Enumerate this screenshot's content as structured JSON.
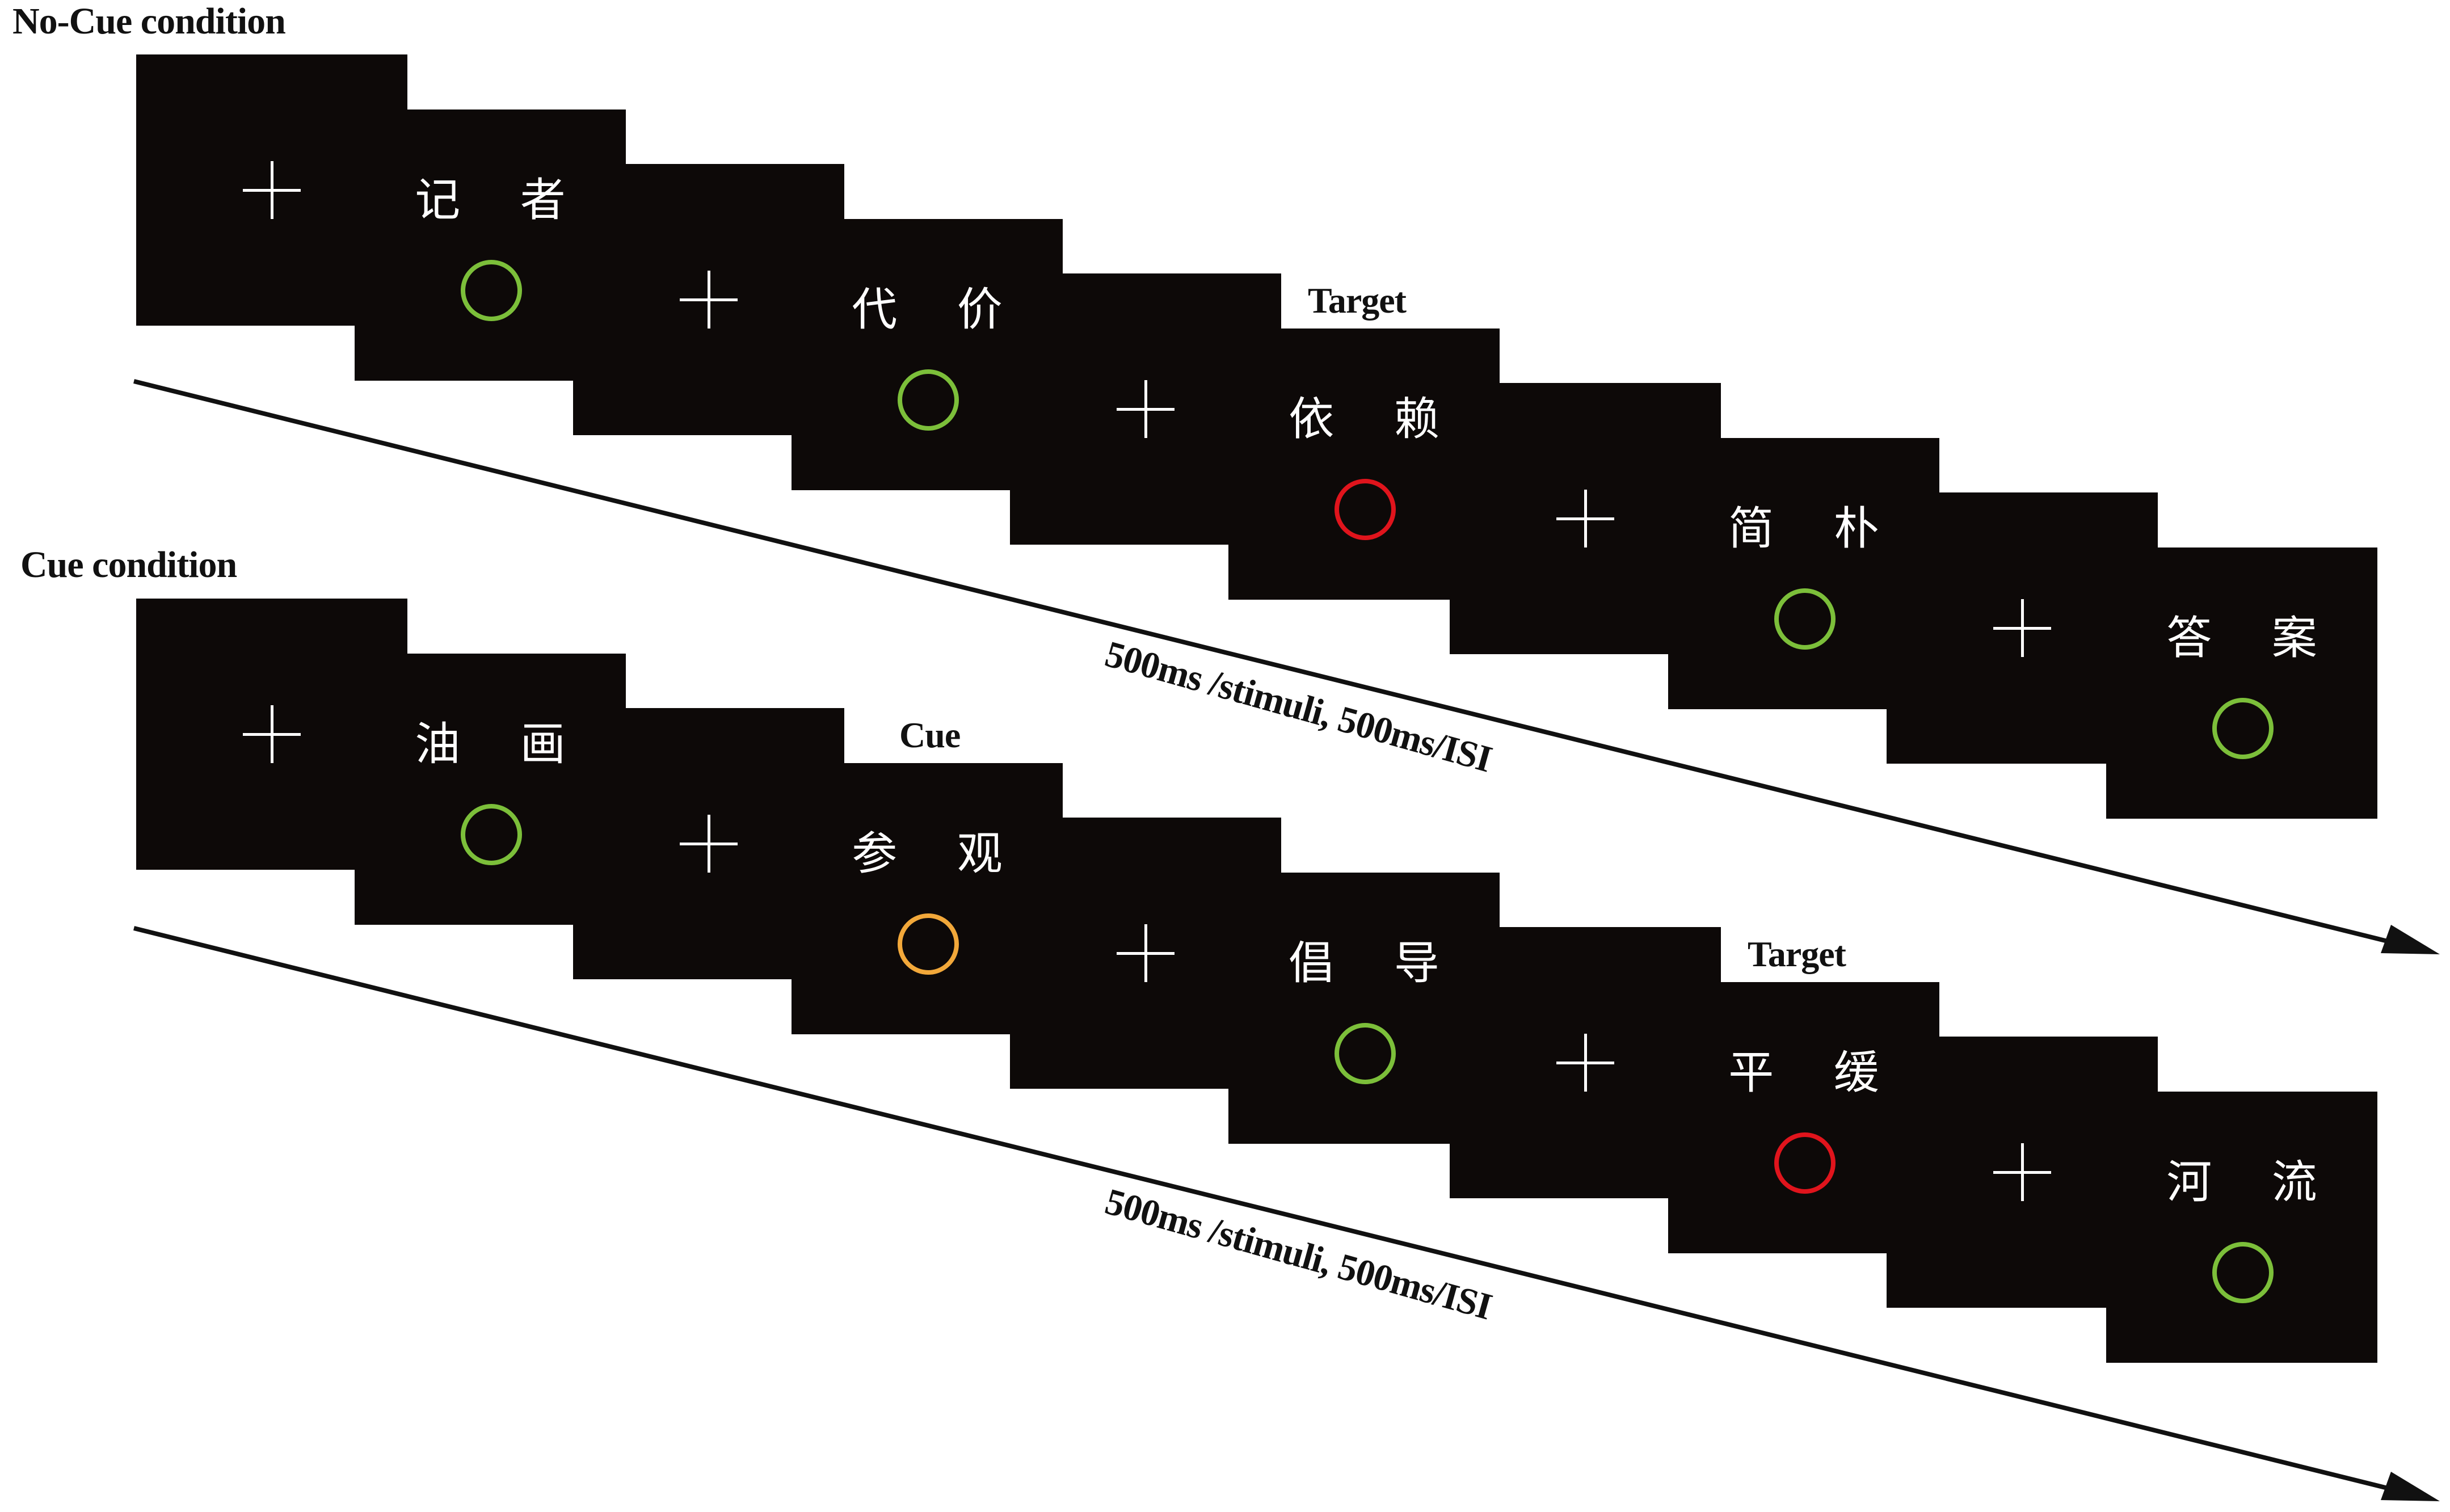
{
  "rows": [
    {
      "title": "No-Cue condition",
      "timing": "500ms /stimuli, 500ms/ISI",
      "frames": [
        {
          "type": "fixation"
        },
        {
          "type": "word",
          "text": "记 者",
          "ring": "green"
        },
        {
          "type": "fixation"
        },
        {
          "type": "word",
          "text": "代 价",
          "ring": "green"
        },
        {
          "type": "fixation"
        },
        {
          "type": "word",
          "text": "依 赖",
          "ring": "red",
          "label": "Target"
        },
        {
          "type": "fixation"
        },
        {
          "type": "word",
          "text": "简 朴",
          "ring": "green"
        },
        {
          "type": "fixation"
        },
        {
          "type": "word",
          "text": "答 案",
          "ring": "green"
        }
      ]
    },
    {
      "title": "Cue condition",
      "timing": "500ms /stimuli, 500ms/ISI",
      "frames": [
        {
          "type": "fixation"
        },
        {
          "type": "word",
          "text": "油 画",
          "ring": "green"
        },
        {
          "type": "fixation"
        },
        {
          "type": "word",
          "text": "参 观",
          "ring": "orange",
          "label": "Cue"
        },
        {
          "type": "fixation"
        },
        {
          "type": "word",
          "text": "倡 导",
          "ring": "green"
        },
        {
          "type": "fixation"
        },
        {
          "type": "word",
          "text": "平 缓",
          "ring": "red",
          "label": "Target"
        },
        {
          "type": "fixation"
        },
        {
          "type": "word",
          "text": "河 流",
          "ring": "green"
        }
      ]
    }
  ],
  "colors": {
    "screen": "#0d0908",
    "ring_green": "#7cbf3a",
    "ring_red": "#e0141c",
    "ring_orange": "#f2a83a"
  }
}
